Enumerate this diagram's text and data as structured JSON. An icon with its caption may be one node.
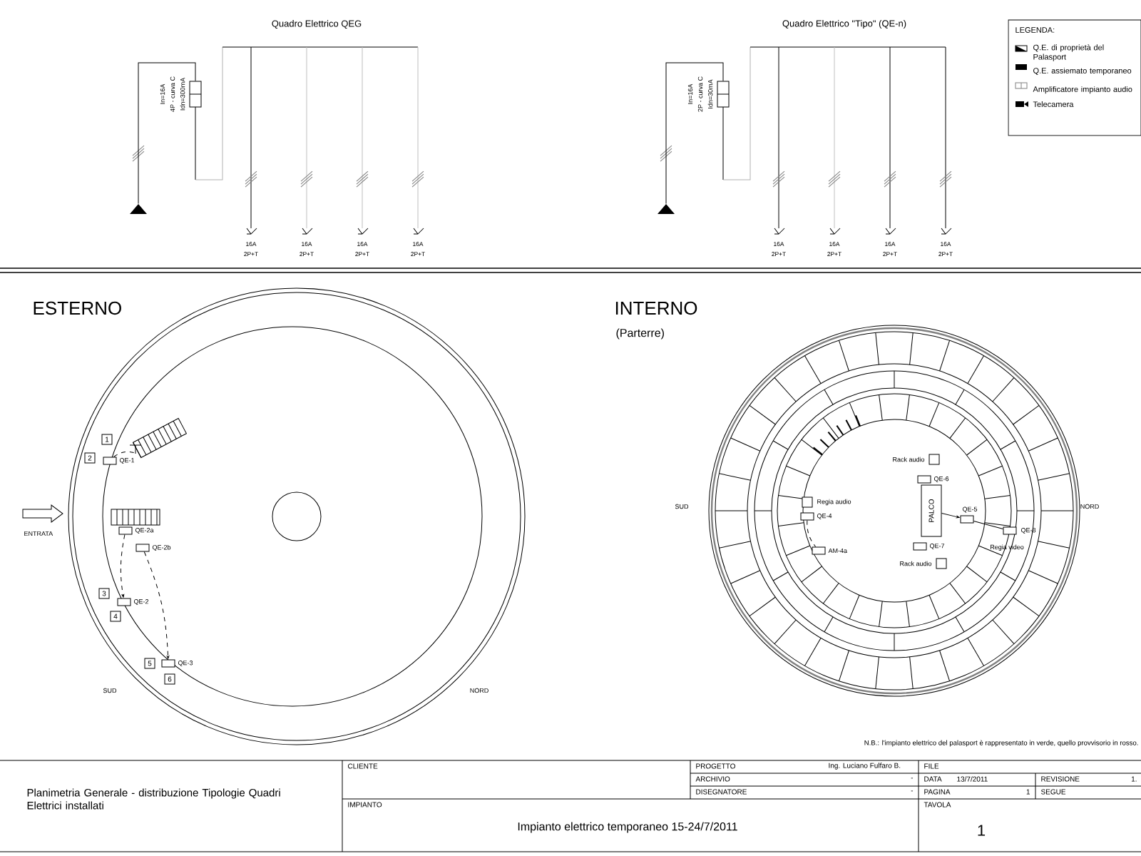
{
  "diagram": {
    "nodes": [
      {
        "text": [],
        "shape": "symbol",
        "beside": [
          "QE-1"
        ]
      },
      {
        "text": [
          "1"
        ]
      },
      {
        "text": [
          "2"
        ]
      },
      {
        "text": [],
        "shape": "symbol",
        "beside": [
          "QE-2a"
        ]
      },
      {
        "text": [],
        "shape": "symbol",
        "beside": [
          "QE-2b"
        ]
      },
      {
        "text": [
          "3"
        ]
      },
      {
        "text": [],
        "shape": "symbol",
        "beside": [
          "QE-2"
        ]
      },
      {
        "text": [
          "4"
        ]
      },
      {
        "text": [
          "5"
        ]
      },
      {
        "text": [],
        "shape": "symbol",
        "beside": [
          "QE-3"
        ]
      },
      {
        "text": [
          "6"
        ]
      },
      {
        "text": [],
        "shape": "box",
        "beside": [
          "Regia audio"
        ]
      },
      {
        "text": [],
        "shape": "symbol",
        "beside": [
          "QE-4"
        ]
      },
      {
        "text": [],
        "shape": "symbol",
        "beside": [
          "AM-4a"
        ]
      },
      {
        "text": [],
        "shape": "box",
        "beside": [
          "Rack audio"
        ]
      },
      {
        "text": [],
        "shape": "symbol",
        "beside": [
          "QE-6"
        ]
      },
      {
        "text": [
          "PALCO"
        ]
      },
      {
        "text": [],
        "shape": "symbol",
        "beside": [
          "QE-7"
        ]
      },
      {
        "text": [],
        "shape": "box",
        "beside": [
          "Rack audio"
        ]
      },
      {
        "text": [],
        "shape": "symbol",
        "beside": [
          "QE-5"
        ]
      },
      {
        "text": [],
        "shape": "symbol",
        "beside": [
          "QE-8",
          "Regia video"
        ]
      },
      {
        "text": [],
        "shape": "triangle"
      },
      {
        "text": [],
        "shape": "box",
        "beside": [
          "In=16A",
          "4P - curva C",
          "Idn=300mA"
        ]
      },
      {
        "text": [],
        "shape": "triangle"
      },
      {
        "text": [],
        "shape": "box",
        "beside": [
          "In=16A",
          "2P - curva C",
          "Idn=30mA"
        ]
      }
    ],
    "edges": [
      {
        "from": 0,
        "to": null,
        "arrow": "none",
        "style": "dashed"
      },
      {
        "from": 3,
        "to": 6,
        "arrow": "to",
        "style": "dashed"
      },
      {
        "from": 4,
        "to": 9,
        "arrow": "to",
        "style": "dashed"
      },
      {
        "from": 12,
        "to": 13,
        "arrow": "none",
        "style": "dashed"
      },
      {
        "from": 16,
        "to": 19,
        "arrow": "to"
      },
      {
        "from": 19,
        "to": 20,
        "arrow": "none"
      },
      {
        "from": 21,
        "to": 22,
        "arrow": "none"
      },
      {
        "from": 23,
        "to": 24,
        "arrow": "none"
      }
    ],
    "labels": [
      "Quadro Elettrico QEG",
      "16A",
      "2P+T",
      "16A",
      "2P+T",
      "16A",
      "2P+T",
      "16A",
      "2P+T",
      "Quadro Elettrico \"Tipo\" (QE-n)",
      "16A",
      "2P+T",
      "16A",
      "2P+T",
      "16A",
      "2P+T",
      "16A",
      "2P+T",
      "LEGENDA:",
      "ESTERNO",
      "ENTRATA",
      "SUD",
      "NORD",
      "INTERNO",
      "(Parterre)",
      "SUD",
      "NORD",
      "N.B.: l'impianto elettrico del palasport è rappresentato in verde, quello provvisorio in rosso.",
      "Planimetria Generale - distribuzione Tipologie Quadri Elettrici installati",
      "CLIENTE",
      "IMPIANTO",
      "Impianto elettrico temporaneo 15-24/7/2011",
      "PROGETTO",
      "Ing. Luciano Fulfaro B.",
      "ARCHIVIO",
      "-",
      "DISEGNATORE",
      "-",
      "FILE",
      "DATA",
      "13/7/2011",
      "REVISIONE",
      "1.",
      "PAGINA",
      "1",
      "SEGUE",
      "TAVOLA",
      "1"
    ],
    "legend": [
      {
        "text": "Q.E. di proprietà del Palasport"
      },
      {
        "text": "Q.E. assiemato temporaneo"
      },
      {
        "text": "Amplificatore impianto audio"
      },
      {
        "text": "Telecamera"
      }
    ]
  }
}
